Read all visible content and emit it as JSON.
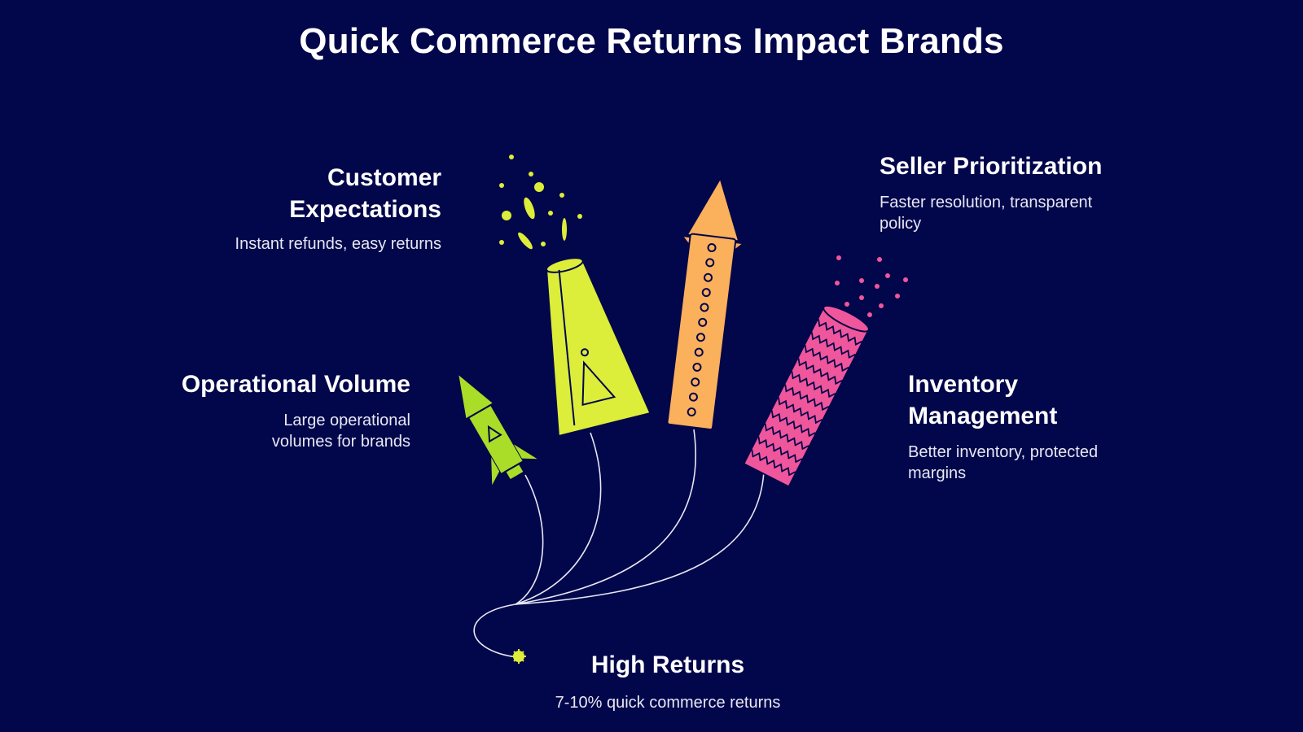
{
  "title": "Quick Commerce Returns Impact Brands",
  "colors": {
    "background": "#02064a",
    "lime": "#a9dd28",
    "yellow": "#dced3a",
    "orange": "#fbb05c",
    "pink": "#f0569b",
    "text": "#ffffff"
  },
  "items": [
    {
      "id": "customer",
      "title": "Customer Expectations",
      "description": "Instant refunds, easy returns",
      "rocket": "yellow-cone-firework"
    },
    {
      "id": "operational",
      "title": "Operational Volume",
      "description": "Large operational volumes for brands",
      "rocket": "lime-rocket"
    },
    {
      "id": "seller",
      "title": "Seller Prioritization",
      "description": "Faster resolution, transparent policy",
      "rocket": "orange-rocket"
    },
    {
      "id": "inventory",
      "title": "Inventory Management",
      "description": "Better inventory, protected margins",
      "rocket": "pink-firecracker"
    },
    {
      "id": "returns",
      "title": "High Returns",
      "description": "7-10% quick commerce returns",
      "rocket": "fuse-spark"
    }
  ]
}
